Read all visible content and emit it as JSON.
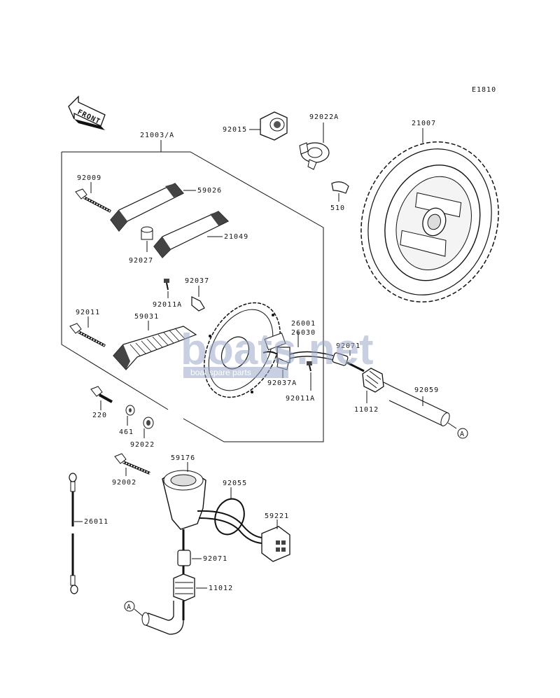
{
  "diagram": {
    "code": "E1810",
    "front_label": "FRONT",
    "callout_a": "A",
    "parts": {
      "p21003a": "21003/A",
      "p92015": "92015",
      "p92022a": "92022A",
      "p21007": "21007",
      "p92009": "92009",
      "p59026": "59026",
      "p510": "510",
      "p21049": "21049",
      "p92027": "92027",
      "p92037": "92037",
      "p92011a_top": "92011A",
      "p92011": "92011",
      "p59031": "59031",
      "p26001": "26001",
      "p26030": "26030",
      "p92071_top": "92071",
      "p92037a": "92037A",
      "p92011a_bottom": "92011A",
      "p92059": "92059",
      "p11012_top": "11012",
      "p220": "220",
      "p461": "461",
      "p92022": "92022",
      "p59176": "59176",
      "p92002": "92002",
      "p92055": "92055",
      "p26011": "26011",
      "p59221": "59221",
      "p92071_bottom": "92071",
      "p11012_bottom": "11012"
    }
  },
  "watermark": {
    "brand": "boats.net",
    "tagline": "boat spare parts",
    "color": "#9aa8c8"
  }
}
